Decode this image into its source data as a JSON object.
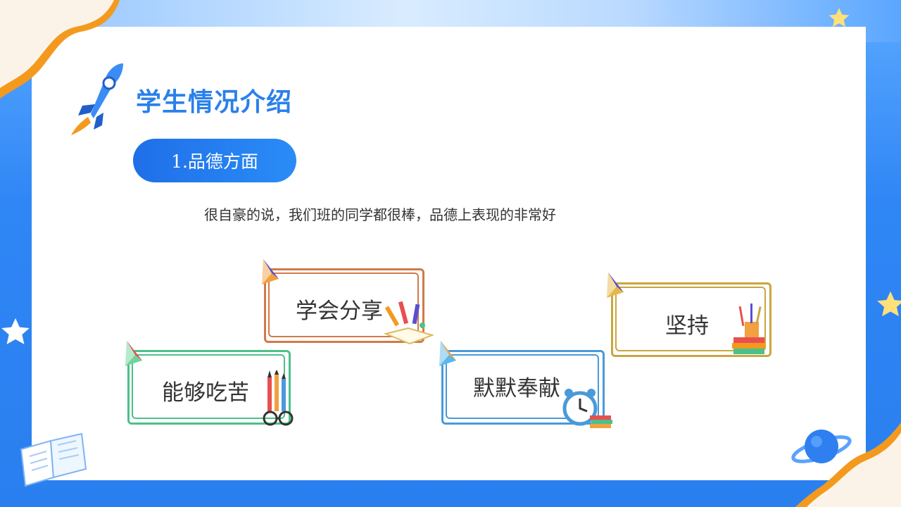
{
  "page": {
    "title": "学生情况介绍",
    "section_label": "1.品德方面",
    "description": "很自豪的说，我们班的同学都很棒，品德上表现的非常好"
  },
  "cards": [
    {
      "label": "学会分享",
      "color": "#d07a4a",
      "icon": "flag-icon"
    },
    {
      "label": "坚持",
      "color": "#c9a640",
      "icon": "flag-icon"
    },
    {
      "label": "能够吃苦",
      "color": "#4cc08a",
      "icon": "flag-icon"
    },
    {
      "label": "默默奉献",
      "color": "#4a9ad8",
      "icon": "flag-icon"
    }
  ],
  "colors": {
    "accent": "#2a80ea",
    "background": "#2f86f5",
    "star": "#ffe07a"
  },
  "decorations": [
    "rocket-icon",
    "open-book-icon",
    "planet-icon",
    "star-icon",
    "pencils-icon",
    "alarm-clock-icon",
    "books-icon"
  ]
}
